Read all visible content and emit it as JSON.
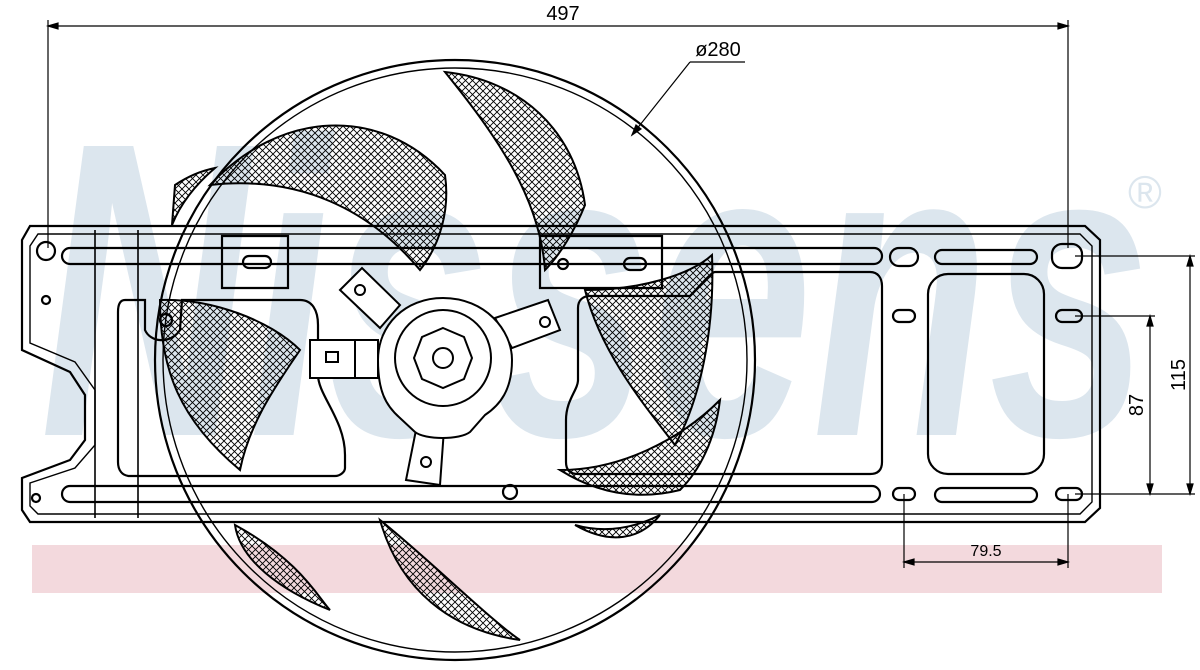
{
  "dimensions": {
    "width": "497",
    "diameter": "ø280",
    "height_outer": "115",
    "height_inner": "87",
    "hole_spacing": "79.5"
  },
  "watermark": {
    "brand": "Nissens"
  },
  "colors": {
    "line": "#000000",
    "watermark_text": "#dce6ee",
    "watermark_band": "#f3d9dd",
    "background": "#ffffff"
  }
}
